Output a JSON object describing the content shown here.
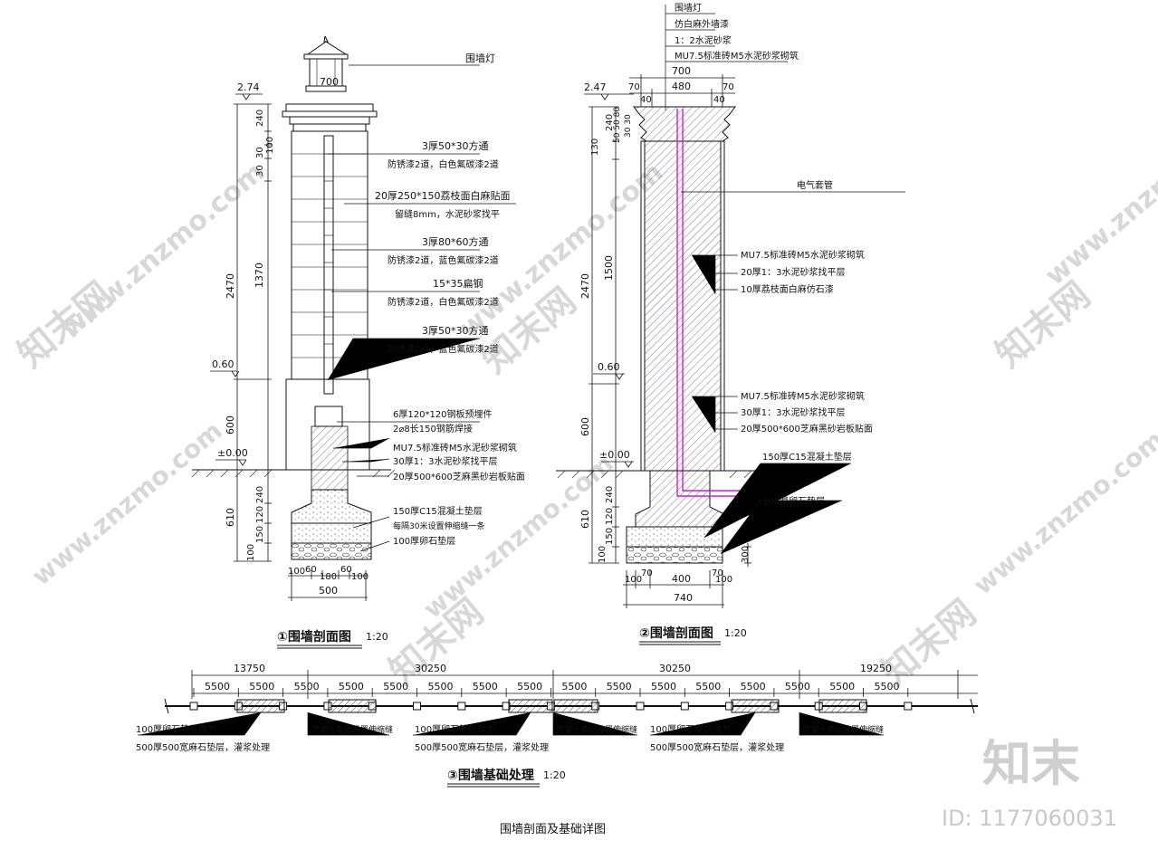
{
  "watermark": {
    "site": "www.znzmo.com",
    "brand_cn": "知末网",
    "logo": "知末",
    "id_text": "ID: 1177060031"
  },
  "page_title": "围墙剖面及基础详图",
  "section1": {
    "title": "①围墙剖面图",
    "scale": "1:20",
    "lamp_label": "围墙灯",
    "width_top": "700",
    "elev_top": "2.74",
    "elev_mid": "0.60",
    "elev_zero": "±0.00",
    "dims_left_outer": [
      "2470",
      "600",
      "610"
    ],
    "dims_left_inner": [
      "240",
      "30",
      "30",
      "100",
      "1370",
      "240",
      "120",
      "150",
      "100"
    ],
    "dims_bottom": [
      "100",
      "60",
      "180",
      "60",
      "100"
    ],
    "dim_total": "500",
    "notes": [
      [
        "3厚50*30方通",
        "防锈漆2道，白色氟碳漆2道"
      ],
      [
        "20厚250*150荔枝面白麻贴面",
        "留缝8mm，水泥砂浆找平"
      ],
      [
        "3厚80*60方通",
        "防锈漆2道，蓝色氟碳漆2道"
      ],
      [
        "15*35扁钢",
        "防锈漆2道，白色氟碳漆2道"
      ],
      [
        "3厚50*30方通",
        "防锈漆2道，蓝色氟碳漆2道"
      ],
      [
        "6厚120*120钢板预埋件",
        "2⌀8长150钢筋焊接"
      ],
      [
        "MU7.5标准砖M5水泥砂浆砌筑",
        "30厚1：3水泥砂浆找平层",
        "20厚500*600芝麻黑砂岩板贴面"
      ],
      [
        "150厚C15混凝土垫层",
        "每隔30米设置伸缩缝一条",
        "100厚卵石垫层"
      ]
    ]
  },
  "section2": {
    "title": "②围墙剖面图",
    "scale": "1:20",
    "top_notes": [
      "围墙灯",
      "仿白麻外墙漆",
      "1：2水泥砂浆",
      "MU7.5标准砖M5水泥砂浆砌筑"
    ],
    "width_top": "700",
    "dims_top": [
      "70",
      "480",
      "70"
    ],
    "dims_top_inner": [
      "40",
      "40"
    ],
    "cap_dims": "50 50 80",
    "cap_dims2": "30 30",
    "elev_top": "2.47",
    "elev_mid": "0.60",
    "elev_zero": "±0.00",
    "dims_left_outer": [
      "2470",
      "600",
      "610"
    ],
    "dims_left_inner": [
      "240",
      "130",
      "1500",
      "240",
      "120",
      "150",
      "100"
    ],
    "dim_right": "300",
    "dims_bottom": [
      "100",
      "70",
      "400",
      "70",
      "100"
    ],
    "dim_total": "740",
    "notes": [
      [
        "电气套管"
      ],
      [
        "MU7.5标准砖M5水泥砂浆砌筑",
        "20厚1：3水泥砂浆找平层",
        "10厚荔枝面白麻仿石漆"
      ],
      [
        "MU7.5标准砖M5水泥砂浆砌筑",
        "30厚1：3水泥砂浆找平层",
        "20厚500*600芝麻黑砂岩板贴面"
      ],
      [
        "150厚C15混凝土垫层"
      ],
      [
        "100厚卵石垫层"
      ]
    ]
  },
  "section3": {
    "title": "③围墙基础处理",
    "scale": "1:20",
    "totals": [
      "13750",
      "30250",
      "30250",
      "19250"
    ],
    "spans": [
      "5500",
      "5500",
      "5500",
      "5500",
      "5500",
      "5500",
      "5500",
      "5500",
      "5500",
      "5500",
      "5500",
      "5500",
      "5500",
      "5500",
      "5500",
      "5500"
    ],
    "notes": [
      [
        "100厚卵石垫层改为",
        "500厚500宽麻石垫层，灌浆处理"
      ],
      [
        "混凝土基础设置伸缩缝"
      ],
      [
        "100厚卵石垫层改为",
        "500厚500宽麻石垫层，灌浆处理"
      ],
      [
        "混凝土基础设置伸缩缝"
      ],
      [
        "100厚卵石垫层改为",
        "500厚500宽麻石垫层，灌浆处理"
      ],
      [
        "混凝土基础设置伸缩缝"
      ]
    ]
  }
}
